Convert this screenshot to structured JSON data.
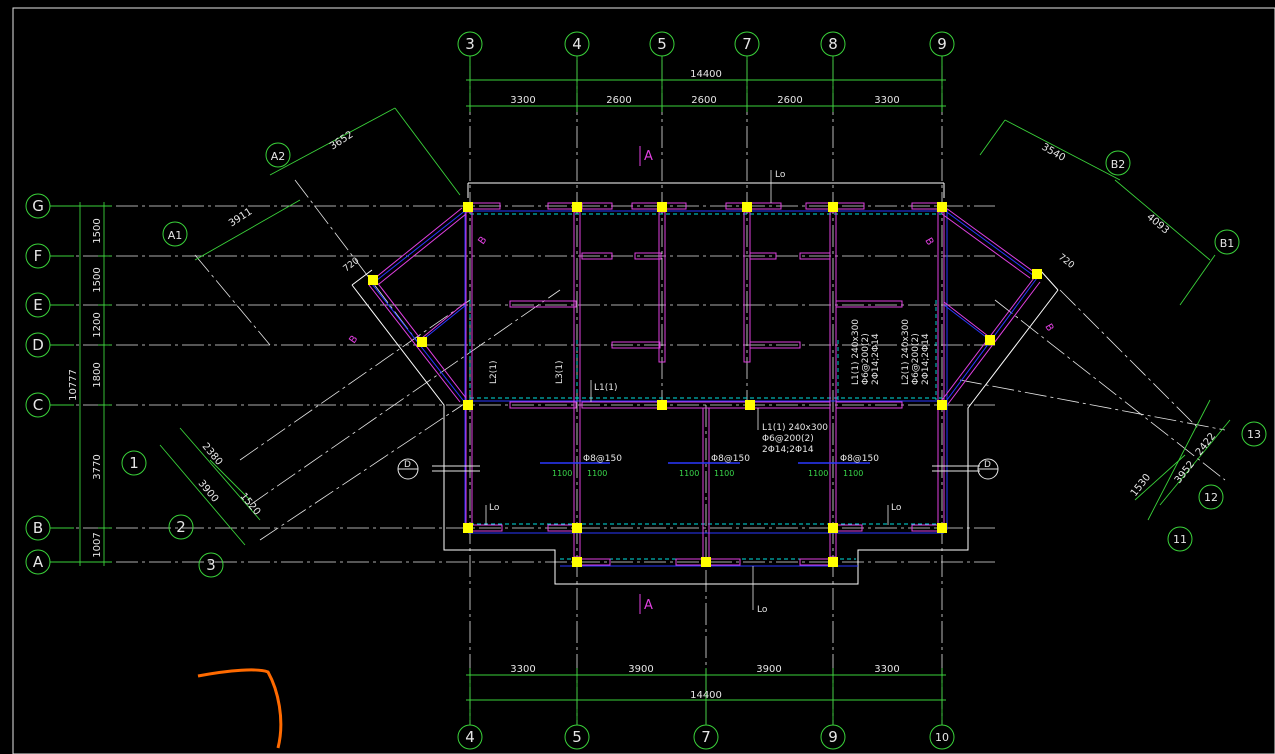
{
  "colors": {
    "background": "#000000",
    "dimension": "#3ad23a",
    "beam": "#e040e0",
    "column": "#ffff00",
    "slab_edge": "#ffffff",
    "rebar": "#2a38ff",
    "center_line": "#e6e6e6",
    "dashed": "#00e0e0",
    "sketch": "#ff6a00"
  },
  "grid": {
    "top_axes": [
      "3",
      "4",
      "5",
      "7",
      "8",
      "9"
    ],
    "bottom_axes": [
      "4",
      "5",
      "7",
      "9",
      "10"
    ],
    "left_axes": [
      "G",
      "F",
      "E",
      "D",
      "C",
      "B",
      "A"
    ],
    "left_diag_axes": [
      "A2",
      "A1",
      "1",
      "2",
      "3"
    ],
    "right_diag_axes": [
      "B2",
      "B1",
      "13",
      "12",
      "11"
    ]
  },
  "dimensions": {
    "top_total": "14400",
    "top_spans": [
      "3300",
      "2600",
      "2600",
      "2600",
      "3300"
    ],
    "bottom_total": "14400",
    "bottom_spans": [
      "3300",
      "3900",
      "3900",
      "3300"
    ],
    "left_spans": [
      "1500",
      "1500",
      "1200",
      "1800",
      "3770",
      "1007"
    ],
    "left_total": "10777",
    "left_diag": [
      "3652",
      "3911",
      "2380",
      "3900",
      "1520"
    ],
    "right_diag": [
      "3540",
      "4093",
      "2422",
      "3952",
      "1530"
    ],
    "offsets": [
      "720",
      "720"
    ]
  },
  "labels": {
    "section_top": "A",
    "section_bottom": "A",
    "section_left": "D",
    "section_right": "D",
    "lo": "Lo",
    "beam_l1": "L1(1)",
    "beam_l2": "L2(1)",
    "beam_l3": "L3(1)",
    "beam_b": "B",
    "beam_note_center": [
      "L1(1) 240x300",
      "Φ6@200(2)",
      "2Φ14;2Φ14"
    ],
    "beam_note_r1": [
      "L1(1) 240x300",
      "Φ6@200(2)",
      "2Φ14;2Φ14"
    ],
    "beam_note_r2": [
      "L2(1) 240x300",
      "Φ6@200(2)",
      "2Φ14;2Φ14"
    ],
    "rebar_spec": "Φ8@150",
    "rebar_len": "1100"
  }
}
